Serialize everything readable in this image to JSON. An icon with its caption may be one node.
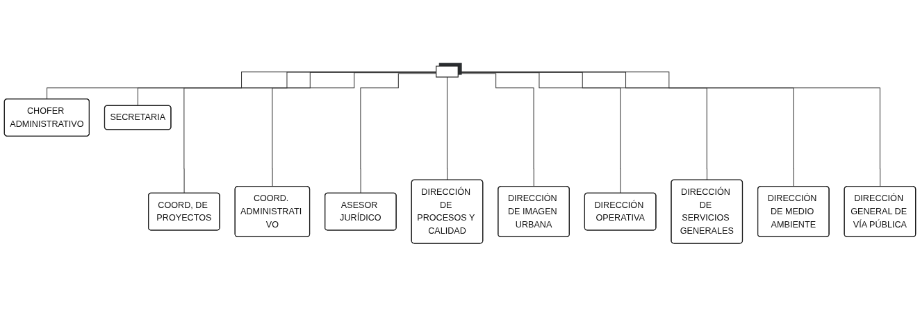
{
  "diagram": {
    "nodes": [
      {
        "text": [],
        "shape": "box"
      },
      {
        "text": [
          "CHOFER ADMINISTRATIVO"
        ]
      },
      {
        "text": [
          "SECRETARIA"
        ]
      },
      {
        "text": [
          "COORD, DE PROYECTOS"
        ]
      },
      {
        "text": [
          "COORD. ADMINISTRATI VO"
        ]
      },
      {
        "text": [
          "ASESOR JURÍDICO"
        ]
      },
      {
        "text": [
          "DIRECCIÓN DE PROCESOS Y CALIDAD"
        ]
      },
      {
        "text": [
          "DIRECCIÓN DE IMAGEN URBANA"
        ]
      },
      {
        "text": [
          "DIRECCIÓN OPERATIVA"
        ]
      },
      {
        "text": [
          "DIRECCIÓN DE SERVICIOS GENERALES"
        ]
      },
      {
        "text": [
          "DIRECCIÓN DE MEDIO AMBIENTE"
        ]
      },
      {
        "text": [
          "DIRECCIÓN GENERAL DE VÍA PÚBLICA"
        ]
      }
    ],
    "edges": [
      {
        "from": 0,
        "to": 1,
        "arrow": "none"
      },
      {
        "from": 0,
        "to": 2,
        "arrow": "none"
      },
      {
        "from": 0,
        "to": 3,
        "arrow": "none"
      },
      {
        "from": 0,
        "to": 4,
        "arrow": "none"
      },
      {
        "from": 0,
        "to": 5,
        "arrow": "none"
      },
      {
        "from": 0,
        "to": 6,
        "arrow": "none"
      },
      {
        "from": 0,
        "to": 7,
        "arrow": "none"
      },
      {
        "from": 0,
        "to": 8,
        "arrow": "none"
      },
      {
        "from": 0,
        "to": 9,
        "arrow": "none"
      },
      {
        "from": 0,
        "to": 10,
        "arrow": "none"
      },
      {
        "from": 0,
        "to": 11,
        "arrow": "none"
      }
    ]
  }
}
